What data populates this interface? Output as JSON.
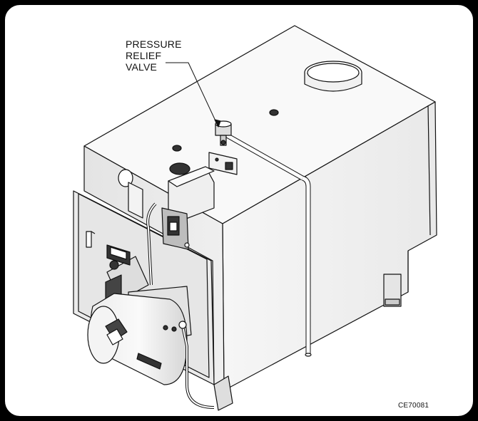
{
  "callout": {
    "line1": "PRESSURE",
    "line2": "RELIEF",
    "line3": "VALVE"
  },
  "drawing_code": "CE70081"
}
